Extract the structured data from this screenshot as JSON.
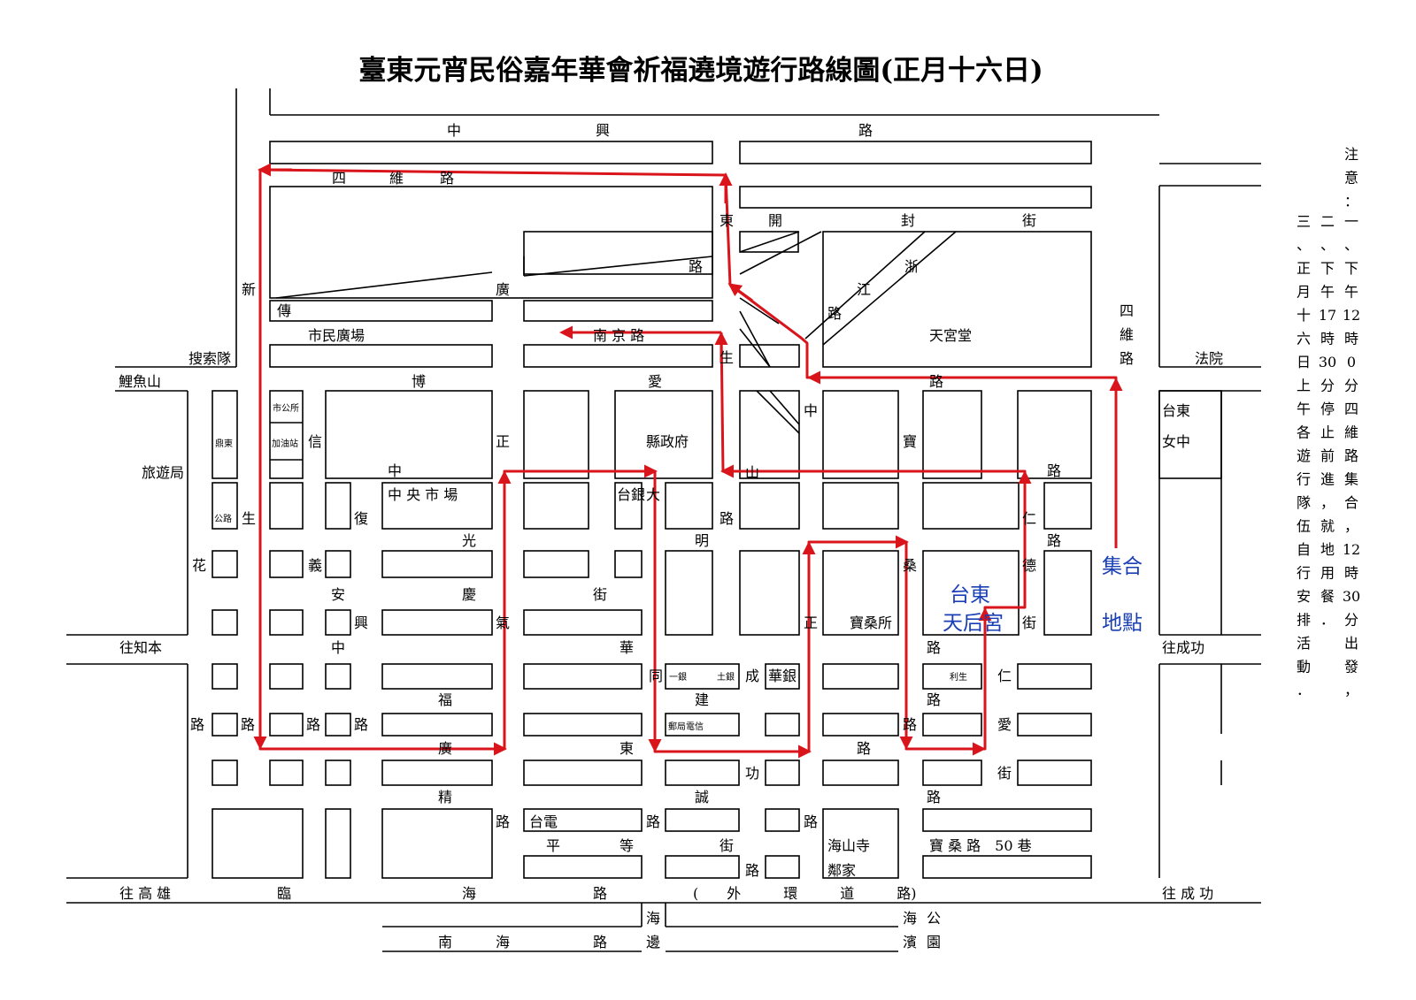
{
  "title": "臺東元宵民俗嘉年華會祈福遶境遊行路線圖(正月十六日)",
  "colors": {
    "route": "#d9141b",
    "assembly": "#1a3fb4",
    "ink": "#000000"
  },
  "labels": {
    "zhongxing_1": "中",
    "zhongxing_2": "興",
    "zhongxing_3": "路",
    "siwei_1": "四",
    "siwei_2": "維",
    "siwei_3": "路",
    "donkai_1": "東",
    "donkai_2": "開",
    "donkai_3": "封",
    "donkai_4": "街",
    "xin": "新",
    "guang": "廣",
    "lu_a": "路",
    "chuan": "傳",
    "zhe": "浙",
    "jiang": "江",
    "lu_b": "路",
    "shimin": "市民廣場",
    "nanjing": "南 京 路",
    "sheng_a": "生",
    "tiangong": "天宮堂",
    "siwei_r1": "四",
    "siwei_r2": "維",
    "siwei_r3": "路",
    "fayuan": "法院",
    "sousuo": "搜索隊",
    "liyushan": "鯉魚山",
    "bo": "博",
    "ai": "愛",
    "lu_c": "路",
    "zhong_a": "中",
    "shigongsuo": "市公所",
    "dingdong": "鼎東",
    "jiayouzhan": "加油站",
    "xin2": "信",
    "zheng_a": "正",
    "xianzhengfu": "縣政府",
    "bao_a": "寶",
    "taidong_nv1": "台東",
    "taidong_nv2": "女中",
    "lvyouju": "旅遊局",
    "zhong_b": "中",
    "shan": "山",
    "lu_d": "路",
    "gonglu": "公路",
    "sheng_b": "生",
    "fu": "復",
    "zhongyangshichang": "中 央 市 場",
    "taiyin": "台銀",
    "da": "大",
    "lu_e": "路",
    "ren_a": "仁",
    "guang2": "光",
    "ming": "明",
    "lu_f": "路",
    "hua_a": "花",
    "yi": "義",
    "sang": "桑",
    "de": "德",
    "jihe_1": "集合",
    "jihe_2": "地點",
    "an": "安",
    "qing": "慶",
    "jie_a": "街",
    "tianhou_1": "台東",
    "tianhou_2": "天后宮",
    "xing": "興",
    "qi": "氣",
    "zheng_b": "正",
    "baosangsuo": "寶桑所",
    "jie_b": "街",
    "wangzhiben": "往知本",
    "zhong_c": "中",
    "hua_b": "華",
    "lu_g": "路",
    "wangchenggong": "往成功",
    "tong": "同",
    "yiyin": "一銀",
    "tuyin": "土銀",
    "cheng_a": "成",
    "huayin": "華銀",
    "lisheng": "利生",
    "ren_b": "仁",
    "fu2": "福",
    "jian": "建",
    "lu_h": "路",
    "lu_i1": "路",
    "lu_i2": "路",
    "lu_i3": "路",
    "lu_i4": "路",
    "youju": "郵局電信",
    "lu_j": "路",
    "ai2": "愛",
    "guang3": "廣",
    "dong": "東",
    "lu_k": "路",
    "gong": "功",
    "jie_c": "街",
    "jing": "精",
    "cheng2": "誠",
    "lu_l": "路",
    "lu_m": "路",
    "taidian": "台電",
    "lu_n": "路",
    "lu_o": "路",
    "ping": "平",
    "deng": "等",
    "jie_d": "街",
    "haishansi": "海山寺",
    "baosang50": "寶 桑 路　50 巷",
    "lu_p": "路",
    "linjia": "鄰家",
    "wanggaoxiong": "往 高 雄",
    "lin": "臨",
    "hai": "海",
    "lu_q": "路",
    "waihuan": "(　　外　　　環　　　道　　　路)",
    "wangchenggong2": "往 成 功",
    "hai2": "海",
    "hai3": "海",
    "gong2": "公",
    "nanhai_1": "南",
    "nanhai_2": "海",
    "nanhai_3": "路",
    "bian": "邊",
    "bin": "濱",
    "yuan": "園"
  },
  "notes": {
    "heading": [
      "注",
      "意",
      "："
    ],
    "columns": [
      [
        "一",
        "、",
        "下",
        "午",
        "12",
        "時",
        "0",
        "分",
        "四",
        "維",
        "路",
        "集",
        "合",
        "，",
        "12",
        "時",
        "30",
        "分",
        "出",
        "發",
        "，"
      ],
      [
        "二",
        "、",
        "下",
        "午",
        "17",
        "時",
        "30",
        "分",
        "停",
        "止",
        "前",
        "進",
        "，",
        "就",
        "地",
        "用",
        "餐",
        "．"
      ],
      [
        "三",
        "、",
        "正",
        "月",
        "十",
        "六",
        "日",
        "上",
        "午",
        "各",
        "遊",
        "行",
        "隊",
        "伍",
        "自",
        "行",
        "安",
        "排",
        "活",
        "動",
        "．"
      ]
    ]
  }
}
